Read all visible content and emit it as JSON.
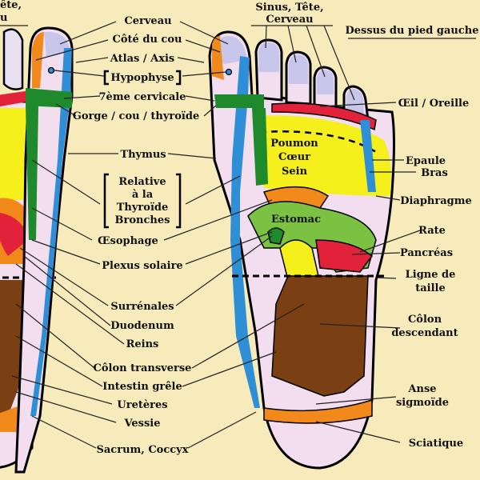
{
  "title": "Dessus du pied gauche",
  "colors": {
    "background": "#f8ebbb",
    "skin": "#f3def0",
    "yellow": "#f5ef1c",
    "green": "#1f8a2c",
    "blue": "#2f8fd6",
    "orange": "#f28a1b",
    "red": "#e2213a",
    "brown": "#7a3f12",
    "lightgreen": "#7cc242"
  },
  "left_labels": {
    "partial_top_1": "ête,",
    "partial_top_2": "u",
    "cerveau": "Cerveau",
    "cote_du_cou": "Côté du cou",
    "atlas_axis": "Atlas / Axis",
    "hypophyse": "Hypophyse",
    "septieme_cervicale": "7ème cervicale",
    "gorge": "Gorge / cou / thyroïde",
    "thymus": "Thymus",
    "relative_1": "Relative",
    "relative_2": "à la",
    "relative_3": "Thyroïde",
    "relative_4": "Bronches",
    "oesophage": "Œsophage",
    "plexus": "Plexus solaire",
    "surrenales": "Surrénales",
    "duodenum": "Duodenum",
    "reins": "Reins",
    "colon_transverse": "Côlon transverse",
    "intestin": "Intestin grêle",
    "ureteres": "Uretères",
    "vessie": "Vessie",
    "sacrum": "Sacrum, Coccyx"
  },
  "right_labels": {
    "sinus_1": "Sinus, Tête,",
    "sinus_2": "Cerveau",
    "oeil": "Œil / Oreille",
    "poumon": "Poumon",
    "coeur": "Cœur",
    "sein": "Sein",
    "epaule": "Epaule",
    "bras": "Bras",
    "diaphragme": "Diaphragme",
    "estomac": "Estomac",
    "rate": "Rate",
    "pancreas": "Pancréas",
    "ligne_1": "Ligne de",
    "ligne_2": "taille",
    "colon_1": "Côlon",
    "colon_2": "descendant",
    "anse_1": "Anse",
    "anse_2": "sigmoïde",
    "sciatique": "Sciatique"
  }
}
